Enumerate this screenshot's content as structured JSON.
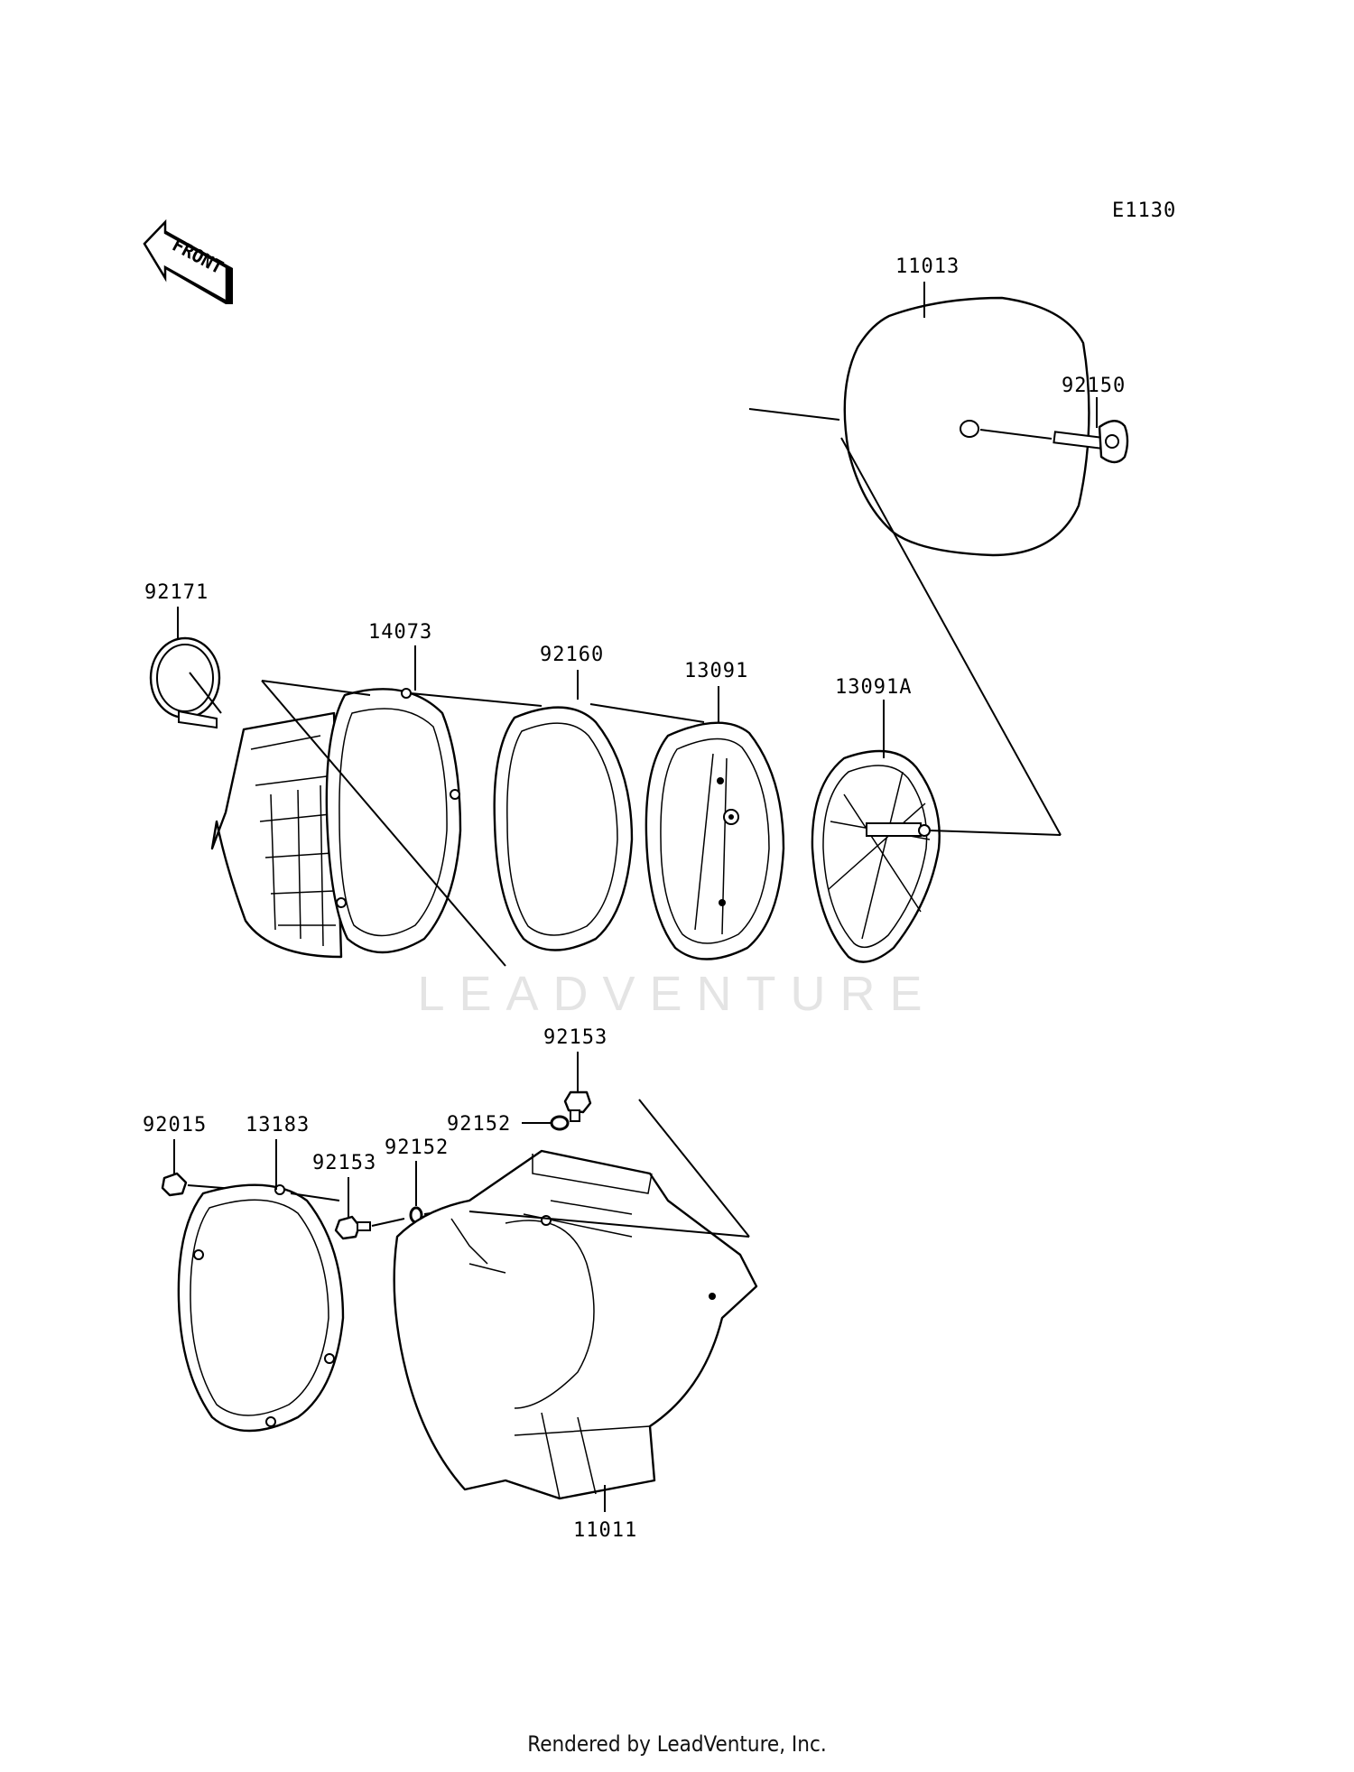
{
  "diagram": {
    "code": "E1130",
    "front_label": "FRONT",
    "parts": [
      {
        "id": "p11013",
        "number": "11013"
      },
      {
        "id": "p92150",
        "number": "92150"
      },
      {
        "id": "p92171",
        "number": "92171"
      },
      {
        "id": "p14073",
        "number": "14073"
      },
      {
        "id": "p92160",
        "number": "92160"
      },
      {
        "id": "p13091",
        "number": "13091"
      },
      {
        "id": "p13091a",
        "number": "13091A"
      },
      {
        "id": "p92153a",
        "number": "92153"
      },
      {
        "id": "p92152a",
        "number": "92152"
      },
      {
        "id": "p92015",
        "number": "92015"
      },
      {
        "id": "p13183",
        "number": "13183"
      },
      {
        "id": "p92153b",
        "number": "92153"
      },
      {
        "id": "p92152b",
        "number": "92152"
      },
      {
        "id": "p11011",
        "number": "11011"
      }
    ]
  },
  "watermark": "LEADVENTURE",
  "footer": "Rendered by LeadVenture, Inc."
}
